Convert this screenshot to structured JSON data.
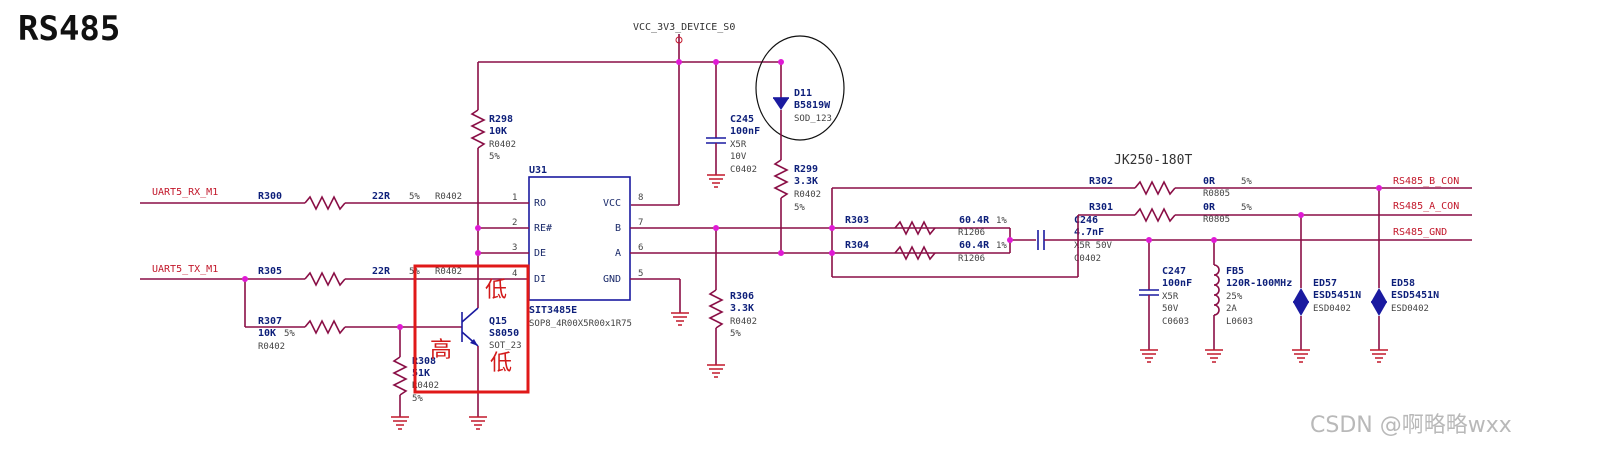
{
  "title": "RS485",
  "power": {
    "net": "VCC_3V3_DEVICE_S0"
  },
  "ic": {
    "ref": "U31",
    "part": "SIT3485E",
    "pkg": "SOP8_4R00X5R00x1R75",
    "pins_left": [
      {
        "num": "1",
        "name": "RO"
      },
      {
        "num": "2",
        "name": "RE#"
      },
      {
        "num": "3",
        "name": "DE"
      },
      {
        "num": "4",
        "name": "DI"
      }
    ],
    "pins_right": [
      {
        "num": "8",
        "name": "VCC"
      },
      {
        "num": "7",
        "name": "B"
      },
      {
        "num": "6",
        "name": "A"
      },
      {
        "num": "5",
        "name": "GND"
      }
    ]
  },
  "nets": {
    "uart_rx": "UART5_RX_M1",
    "uart_tx": "UART5_TX_M1",
    "b_con": "RS485_B_CON",
    "a_con": "RS485_A_CON",
    "gnd": "RS485_GND"
  },
  "components": {
    "r298": {
      "ref": "R298",
      "val": "10K",
      "pkg": "R0402",
      "tol": "5%"
    },
    "r300": {
      "ref": "R300",
      "val": "22R",
      "tol": "5%",
      "pkg": "R0402"
    },
    "r305": {
      "ref": "R305",
      "val": "22R",
      "tol": "5%",
      "pkg": "R0402"
    },
    "r307": {
      "ref": "R307",
      "val": "10K",
      "tol": "5%",
      "pkg": "R0402"
    },
    "r308": {
      "ref": "R308",
      "val": "51K",
      "pkg": "R0402",
      "tol": "5%"
    },
    "c245": {
      "ref": "C245",
      "val": "100nF",
      "diel": "X5R",
      "volt": "10V",
      "pkg": "C0402"
    },
    "d11": {
      "ref": "D11",
      "val": "B5819W",
      "pkg": "SOD_123"
    },
    "r299": {
      "ref": "R299",
      "val": "3.3K",
      "pkg": "R0402",
      "tol": "5%"
    },
    "r306": {
      "ref": "R306",
      "val": "3.3K",
      "pkg": "R0402",
      "tol": "5%"
    },
    "r303": {
      "ref": "R303",
      "val": "60.4R",
      "tol": "1%",
      "pkg": "R1206"
    },
    "r304": {
      "ref": "R304",
      "val": "60.4R",
      "tol": "1%",
      "pkg": "R1206"
    },
    "c246": {
      "ref": "C246",
      "val": "4.7nF",
      "spec": "X5R 50V",
      "pkg": "C0402"
    },
    "r302": {
      "ref": "R302",
      "val": "0R",
      "tol": "5%",
      "pkg": "R0805"
    },
    "r301": {
      "ref": "R301",
      "val": "0R",
      "tol": "5%",
      "pkg": "R0805"
    },
    "c247": {
      "ref": "C247",
      "val": "100nF",
      "diel": "X5R",
      "volt": "50V",
      "pkg": "C0603"
    },
    "fb5": {
      "ref": "FB5",
      "val": "120R-100MHz",
      "tol": "25%",
      "cur": "2A",
      "pkg": "L0603"
    },
    "ed57": {
      "ref": "ED57",
      "val": "ESD5451N",
      "pkg": "ESD0402"
    },
    "ed58": {
      "ref": "ED58",
      "val": "ESD5451N",
      "pkg": "ESD0402"
    },
    "q15": {
      "ref": "Q15",
      "val": "S8050",
      "pkg": "SOT_23"
    }
  },
  "connector": "JK250-180T",
  "annotations": {
    "low1": "低",
    "high": "高",
    "low2": "低"
  },
  "watermark": "CSDN @啊略略wxx"
}
